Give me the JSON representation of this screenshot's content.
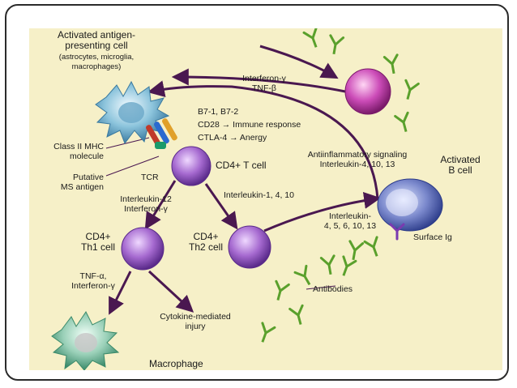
{
  "labels": {
    "apc_title": "Activated antigen-\npresenting cell",
    "apc_sub": "(astrocytes, microglia,\nmacrophages)",
    "ifn_tnf": "Interferon-γ\nTNF-β",
    "b7": "B7-1, B7-2",
    "cd28": "CD28 → Immune response",
    "ctla4": "CTLA-4 → Anergy",
    "mhc": "Class II MHC\nmolecule",
    "putative": "Putative\nMS antigen",
    "tcr": "TCR",
    "cd4t": "CD4+ T cell",
    "anti": "Antiinflammatory signaling\nInterleukin-4, 10, 13",
    "activated_b": "Activated\nB cell",
    "il12": "Interleukin-12\nInterferon-γ",
    "il4": "Interleukin-1, 4, 10",
    "il_b": "Interleukin-\n4, 5, 6, 10, 13",
    "th1": "CD4+\nTh1 cell",
    "th2": "CD4+\nTh2  cell",
    "surface": "Surface Ig",
    "tnf_ifn": "TNF-α,\nInterferon-γ",
    "cyto": "Cytokine-mediated\ninjury",
    "antibodies": "Antibodies",
    "macrophage": "Macrophage"
  },
  "colors": {
    "background": "#f6f0c8",
    "arrow": "#4a1850",
    "antibody": "#5aa02c",
    "t_cell": "#9a5cc8",
    "b_cell": "#4a5aa8",
    "apc": "#6aa8c8",
    "magenta_cell": "#c040b0"
  }
}
